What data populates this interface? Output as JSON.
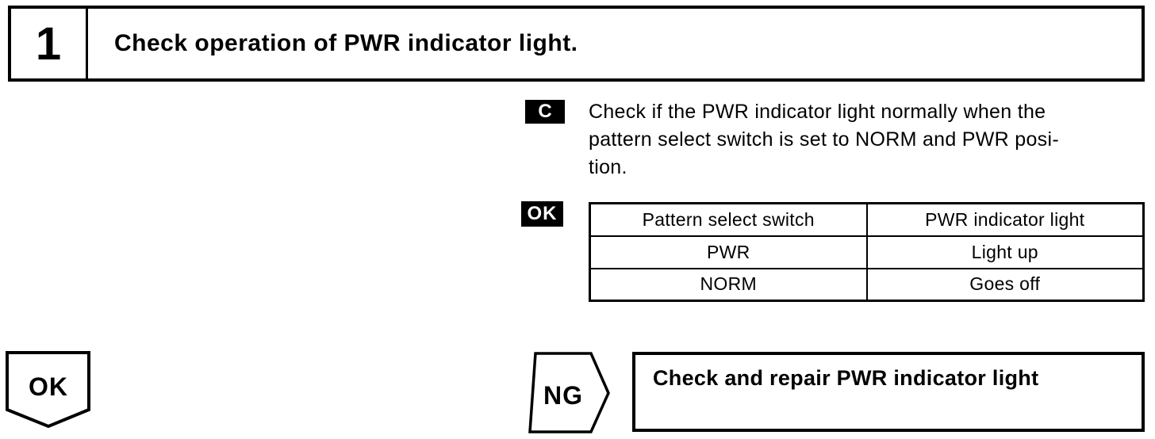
{
  "step": {
    "number": "1",
    "title": "Check operation of PWR indicator light."
  },
  "instruction": {
    "badge": "C",
    "lines": {
      "0": "Check if the PWR indicator light normally when the",
      "1": "pattern select switch is set to NORM and PWR posi-",
      "2": "tion."
    }
  },
  "result_table": {
    "badge": "OK",
    "headers": {
      "0": "Pattern select switch",
      "1": "PWR indicator light"
    },
    "rows": {
      "0": {
        "switch": "PWR",
        "light": "Light up"
      },
      "1": {
        "switch": "NORM",
        "light": "Goes off"
      }
    }
  },
  "flow": {
    "ok_connector_label": "OK",
    "ng_connector_label": "NG",
    "ng_action": "Check and repair PWR indicator light"
  },
  "colors": {
    "ink": "#000000",
    "paper": "#ffffff"
  }
}
